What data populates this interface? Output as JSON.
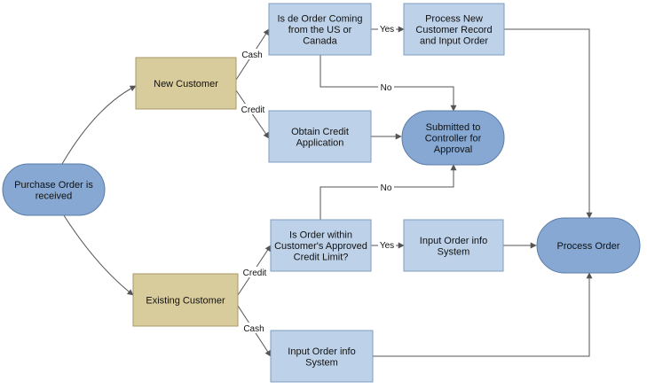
{
  "colors": {
    "process_fill": "#bdd1e8",
    "process_stroke": "#7f9dbf",
    "terminal_fill": "#86a8d2",
    "terminal_stroke": "#5a7ca6",
    "customer_fill": "#d8cb9c",
    "customer_stroke": "#a89a66",
    "edge": "#555555",
    "text": "#111111"
  },
  "nodes": {
    "purchase_order": [
      "Purchase Order is",
      "received"
    ],
    "new_customer": [
      "New Customer"
    ],
    "existing_customer": [
      "Existing Customer"
    ],
    "us_canada_question": [
      "Is de Order Coming",
      "from the US or",
      "Canada"
    ],
    "process_new_customer": [
      "Process New",
      "Customer Record",
      "and Input Order"
    ],
    "obtain_credit": [
      "Obtain Credit",
      "Application"
    ],
    "submitted_controller": [
      "Submitted to",
      "Controller for",
      "Approval"
    ],
    "credit_limit_question": [
      "Is Order within",
      "Customer's Approved",
      "Credit Limit?"
    ],
    "input_order_credit": [
      "Input Order info",
      "System"
    ],
    "input_order_cash": [
      "Input Order info",
      "System"
    ],
    "process_order": [
      "Process Order"
    ]
  },
  "edge_labels": {
    "cash_new": "Cash",
    "credit_new": "Credit",
    "yes_us": "Yes",
    "no_us": "No",
    "no_limit": "No",
    "yes_limit": "Yes",
    "credit_existing": "Credit",
    "cash_existing": "Cash"
  }
}
